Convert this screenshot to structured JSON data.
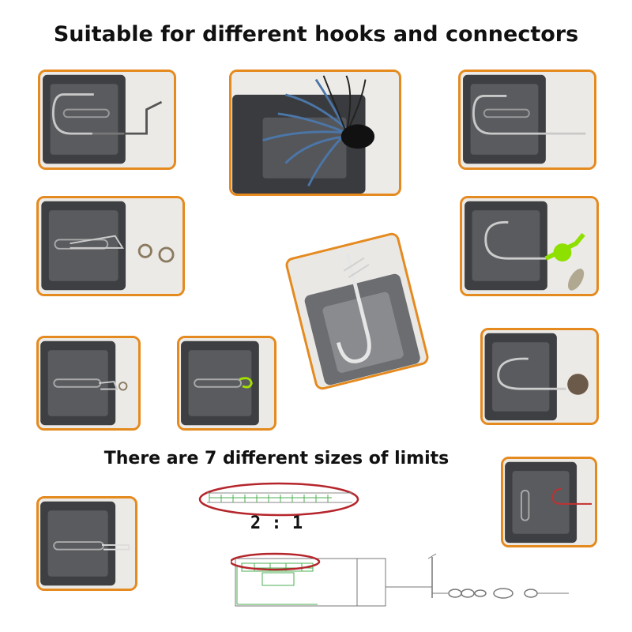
{
  "heading": "Suitable for different hooks and connectors",
  "sizes_caption": "There are 7 different sizes of limits",
  "ratio_label": "2 : 1",
  "frame_color": "#e58a1f",
  "highlight_color": "#b5262c",
  "photos": [
    {
      "name": "offset-worm-hook",
      "icon": "offset-hook-icon"
    },
    {
      "name": "skirted-jig",
      "icon": "jig-icon"
    },
    {
      "name": "long-shank-hook",
      "icon": "long-hook-icon"
    },
    {
      "name": "snap-swivel",
      "icon": "swivel-icon"
    },
    {
      "name": "spinner-jig-head",
      "icon": "spinner-icon"
    },
    {
      "name": "hook-closeup",
      "icon": "hook-icon"
    },
    {
      "name": "small-snap",
      "icon": "snap-icon"
    },
    {
      "name": "green-loop-hook",
      "icon": "loop-icon"
    },
    {
      "name": "ball-jig-head",
      "icon": "jighead-icon"
    },
    {
      "name": "red-line-hook",
      "icon": "line-icon"
    },
    {
      "name": "safety-pin-snap",
      "icon": "pin-icon"
    }
  ]
}
